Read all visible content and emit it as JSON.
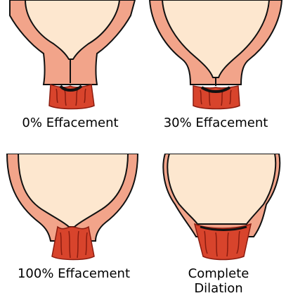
{
  "colors": {
    "tissue": "#f2a48a",
    "inner": "#fde7cf",
    "cervix": "#d8442c",
    "cervix_dark": "#8a1c10",
    "outline": "#111111"
  },
  "panels": [
    {
      "label": "0% Effacement"
    },
    {
      "label": "30% Effacement"
    },
    {
      "label": "100% Effacement"
    },
    {
      "label_line1": "Complete",
      "label_line2": "Dilation"
    }
  ]
}
